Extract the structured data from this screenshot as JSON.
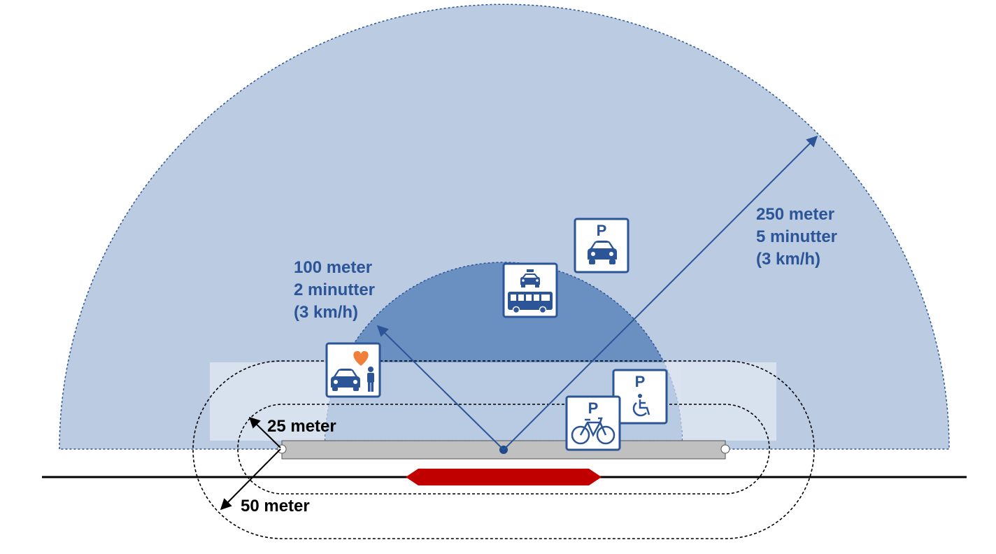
{
  "labels": {
    "zone_250": {
      "line1": "250 meter",
      "line2": "5 minutter",
      "line3": "(3 km/h)"
    },
    "zone_100": {
      "line1": "100 meter",
      "line2": "2 minutter",
      "line3": "(3 km/h)"
    },
    "zone_25": "25 meter",
    "zone_50": "50 meter"
  },
  "signs": {
    "car_parking": "P",
    "disabled_parking": "P",
    "bike_parking": "P"
  },
  "colors": {
    "outer_zone": "#bacbe2",
    "middle_zone": "#6a8fc1",
    "inner_zone": "#dce4f0",
    "accent_blue": "#2b5597",
    "heart": "#f07f3c",
    "train": "#c00000",
    "platform": "#c0c0c0"
  }
}
